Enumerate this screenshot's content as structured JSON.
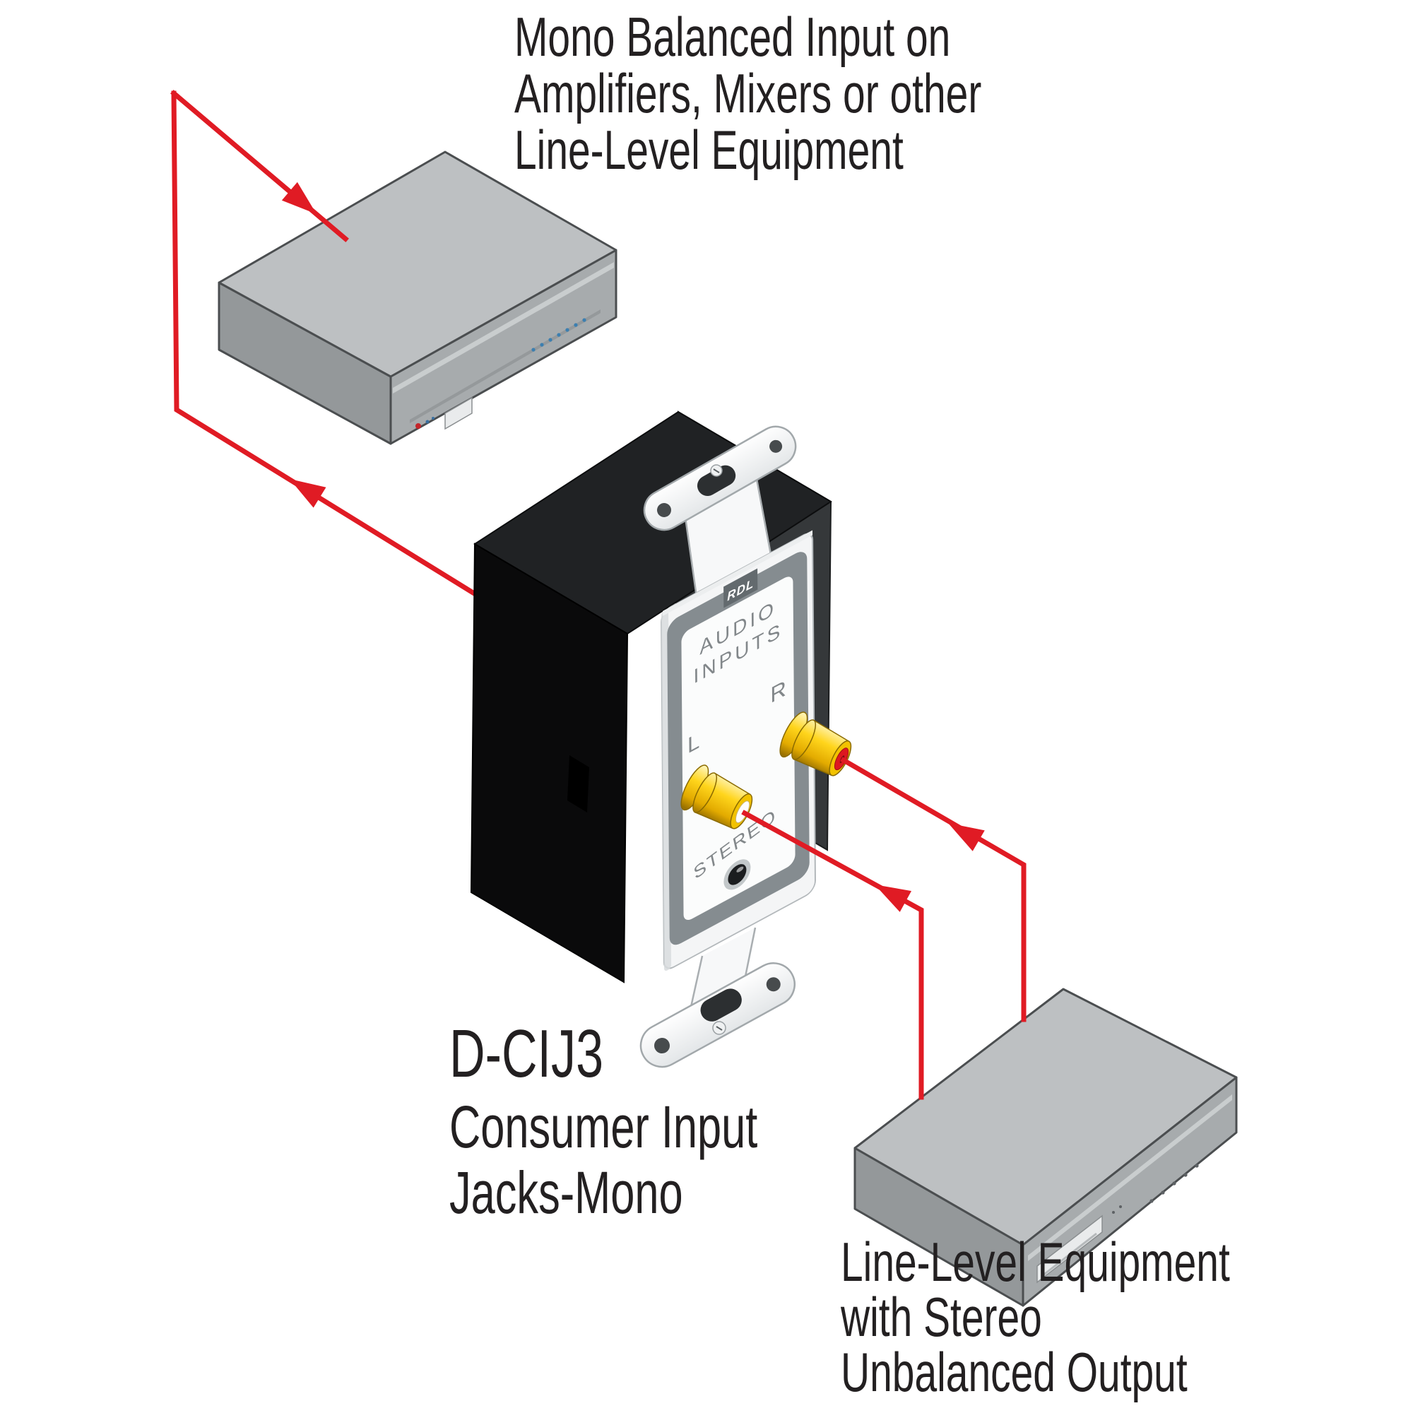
{
  "labels": {
    "top_note": [
      "Mono Balanced Input on",
      "Amplifiers, Mixers or other",
      "Line-Level Equipment"
    ],
    "model": "D-CIJ3",
    "model_desc": [
      "Consumer Input",
      "Jacks-Mono"
    ],
    "bottom_note": [
      "Line-Level Equipment",
      "with Stereo",
      "Unbalanced Output"
    ]
  },
  "plate": {
    "brand": "RDL",
    "audio_inputs_line1": "AUDIO",
    "audio_inputs_line2": "INPUTS",
    "left_jack": "L",
    "right_jack": "R",
    "stereo": "STEREO"
  },
  "colors": {
    "signal_red": "#e01b24",
    "jack_yellow": "#f7c500",
    "jack_tip_red": "#dd1820",
    "jack_tip_white": "#fdfdfd",
    "enclosure_black": "#0a0a0b",
    "plate_recess_gray": "#858c90",
    "device_gray_top": "#bdc0c2",
    "led_blue": "#3c7fb0",
    "led_red": "#c4262b"
  }
}
